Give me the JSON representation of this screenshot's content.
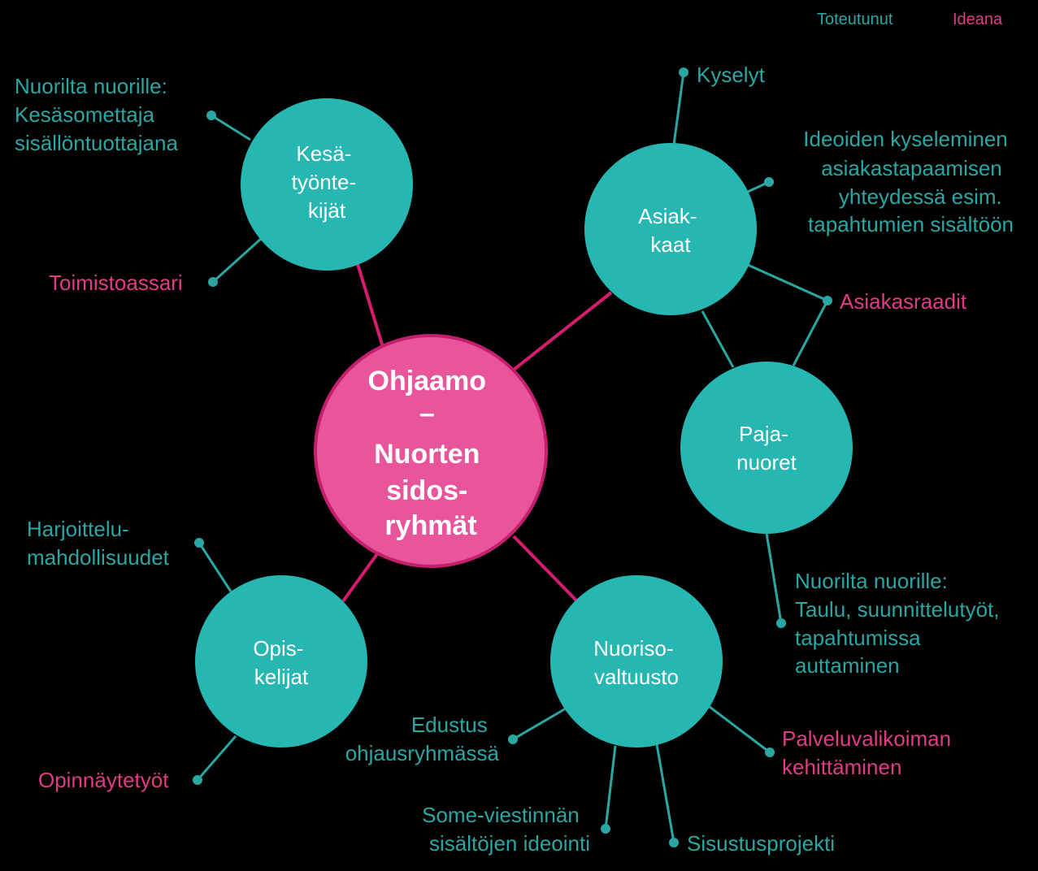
{
  "legend": {
    "realized": "Toteutunut",
    "idea": "Ideana"
  },
  "colors": {
    "teal": "#2aa7a3",
    "node_teal": "#27b7b3",
    "pink": "#e03c86",
    "center_fill": "#e9559a",
    "center_stroke": "#c41f6e",
    "background": "#000000"
  },
  "center": {
    "lines": [
      "Ohjaamo",
      "–",
      "Nuorten",
      "sidos-",
      "ryhmät"
    ]
  },
  "nodes": {
    "kesatyontekijat": [
      "Kesä-",
      "työnte-",
      "kijät"
    ],
    "asiakkaat": [
      "Asiak-",
      "kaat"
    ],
    "pajanuoret": [
      "Paja-",
      "nuoret"
    ],
    "nuorisovaltuusto": [
      "Nuoriso-",
      "valtuusto"
    ],
    "opiskelijat": [
      "Opis-",
      "kelijat"
    ]
  },
  "leaves": {
    "nuorilta_kesa": [
      "Nuorilta nuorille:",
      "Kesäsomettaja",
      "sisällöntuottajana"
    ],
    "toimistoassari": [
      "Toimistoassari"
    ],
    "kyselyt": [
      "Kyselyt"
    ],
    "ideoiden": [
      "Ideoiden kyseleminen",
      "asiakastapaamisen",
      "yhteydessä esim.",
      "tapahtumien sisältöön"
    ],
    "asiakasraadit": [
      "Asiakasraadit"
    ],
    "nuorilta_taulu": [
      "Nuorilta nuorille:",
      "Taulu, suunnittelutyöt,",
      "tapahtumissa",
      "auttaminen"
    ],
    "palveluvalikoiman": [
      "Palveluvalikoiman",
      "kehittäminen"
    ],
    "sisustusprojekti": [
      "Sisustusprojekti"
    ],
    "some": [
      "Some-viestinnän",
      "sisältöjen ideointi"
    ],
    "edustus": [
      "Edustus",
      "ohjausryhmässä"
    ],
    "harjoittelu": [
      "Harjoittelu-",
      "mahdollisuudet"
    ],
    "opinnaytetyot": [
      "Opinnäytetyöt"
    ]
  }
}
